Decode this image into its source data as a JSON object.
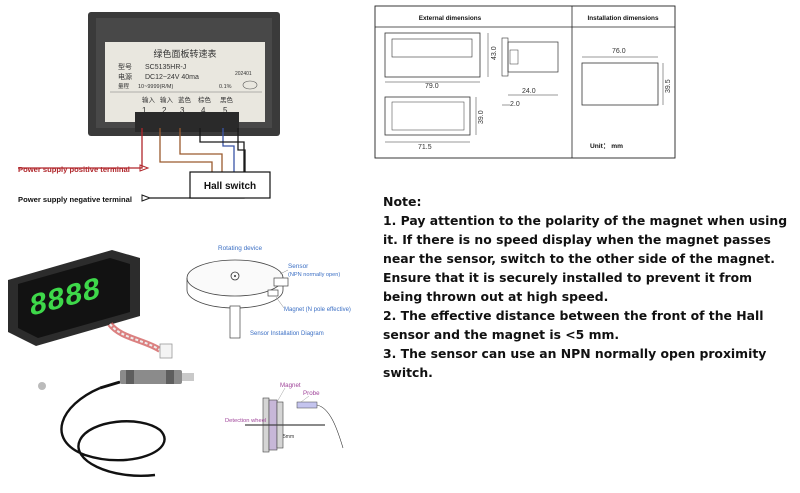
{
  "meter_label": {
    "title": "绿色面板转速表",
    "model_key": "型号",
    "model_val": "SC5135HR-J",
    "power_key": "电源",
    "power_val": "DC12~24V 40ma",
    "range_key": "量程",
    "range_val": "10~9999(R/M)",
    "accuracy": "0.1%",
    "date": "202401",
    "pins": [
      "输入",
      "输入",
      "蓝色",
      "棕色",
      "黑色"
    ],
    "pin_numbers": [
      "1",
      "2",
      "3",
      "4",
      "5"
    ]
  },
  "wiring": {
    "positive": "Power supply positive terminal",
    "negative": "Power supply negative terminal",
    "hall_switch": "Hall switch"
  },
  "dimensions": {
    "external_title": "External dimensions",
    "installation_title": "Installation dimensions",
    "width": "79.0",
    "height": "43.0",
    "depth": "24.0",
    "flange": "2.0",
    "bottom_width": "71.5",
    "bottom_height": "39.0",
    "cutout_width": "76.0",
    "cutout_height": "39.5",
    "unit": "Unit： mm"
  },
  "display": {
    "digits": "8888"
  },
  "sensor_diagram": {
    "rotating_device": "Rotating device",
    "sensor": "Sensor",
    "sensor_type": "(NPN normally open)",
    "magnet": "Magnet (N pole effective)",
    "caption": "Sensor Installation Diagram"
  },
  "detection_diagram": {
    "magnet": "Magnet",
    "probe": "Probe",
    "wheel": "Detection wheel",
    "gap": "5mm"
  },
  "note": {
    "title": "Note:",
    "items": [
      "1. Pay attention to the polarity of the magnet when using it. If there is no speed display when the magnet passes near the sensor, switch to the other side of the magnet. Ensure that it is securely installed to prevent it from being thrown out at high speed.",
      "2. The effective distance between the front of the Hall sensor and the magnet is <5 mm.",
      "3. The sensor can use an NPN normally open proximity switch."
    ]
  },
  "colors": {
    "red": "#b0262b",
    "brown": "#9a5a2e",
    "blue": "#3a55a8",
    "black": "#1a1a1a",
    "display_green": "#3ed84a",
    "label_blue": "#3b6fc4"
  }
}
